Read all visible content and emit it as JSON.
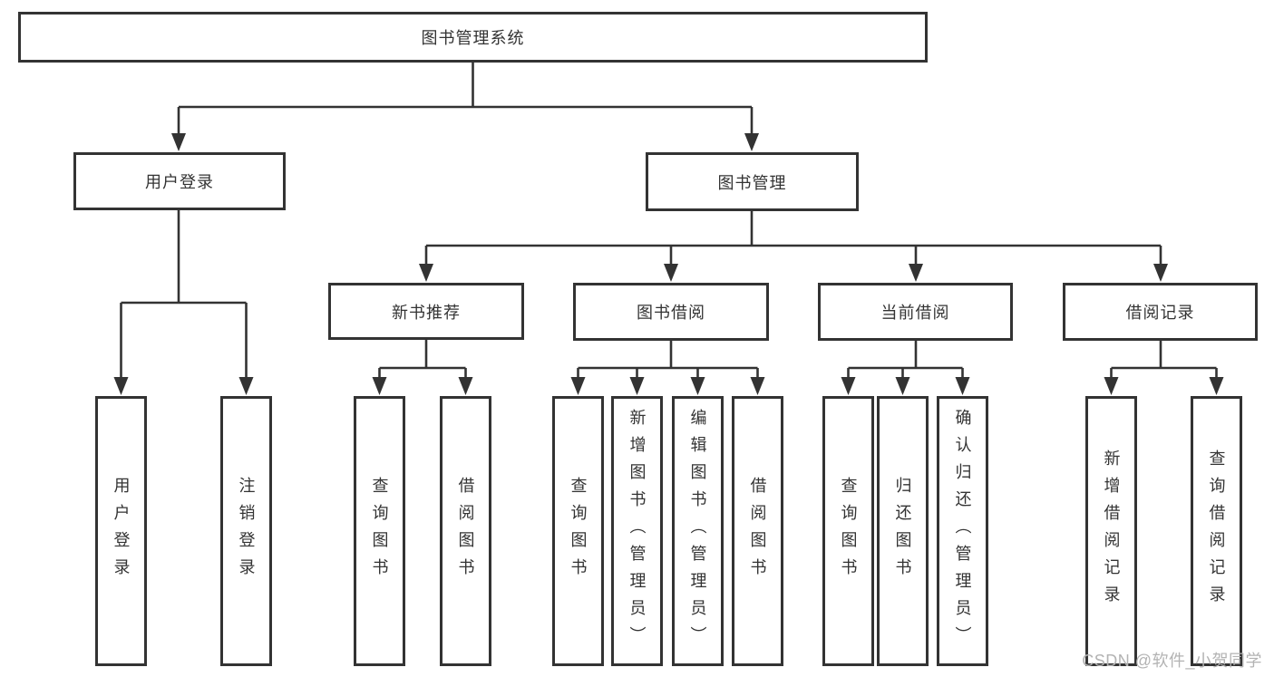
{
  "tree": {
    "label": "图书管理系统",
    "children": [
      {
        "label": "用户登录",
        "children": [
          {
            "label": "用户登录"
          },
          {
            "label": "注销登录"
          }
        ]
      },
      {
        "label": "图书管理",
        "children": [
          {
            "label": "新书推荐",
            "children": [
              {
                "label": "查询图书"
              },
              {
                "label": "借阅图书"
              }
            ]
          },
          {
            "label": "图书借阅",
            "children": [
              {
                "label": "查询图书"
              },
              {
                "label": "新增图书（管理员）"
              },
              {
                "label": "编辑图书（管理员）"
              },
              {
                "label": "借阅图书"
              }
            ]
          },
          {
            "label": "当前借阅",
            "children": [
              {
                "label": "查询图书"
              },
              {
                "label": "归还图书"
              },
              {
                "label": "确认归还（管理员）"
              }
            ]
          },
          {
            "label": "借阅记录",
            "children": [
              {
                "label": "新增借阅记录"
              },
              {
                "label": "查询借阅记录"
              }
            ]
          }
        ]
      }
    ]
  },
  "watermark": "CSDN @软件_小贺同学",
  "colors": {
    "line": "#333333",
    "box_border": "#333333",
    "text": "#333333",
    "watermark": "#b3b3b3",
    "background": "#ffffff"
  }
}
